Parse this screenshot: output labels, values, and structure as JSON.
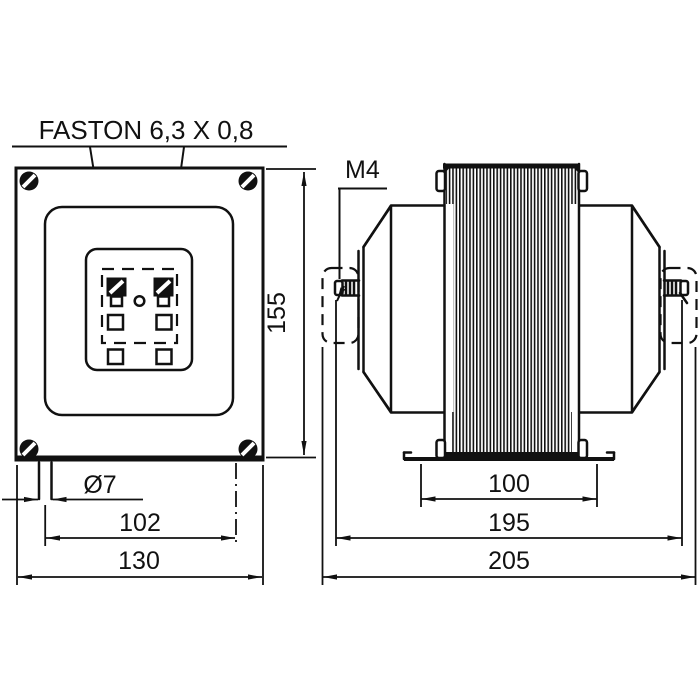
{
  "annotations": {
    "faston": "FASTON 6,3 X 0,8",
    "thread": "M4"
  },
  "front_view": {
    "dim_height": "155",
    "dim_slot": "Ø7",
    "dim_slot_spacing": "102",
    "dim_width": "130"
  },
  "side_view": {
    "dim_core_stack": "100",
    "dim_body": "195",
    "dim_overall": "205"
  }
}
